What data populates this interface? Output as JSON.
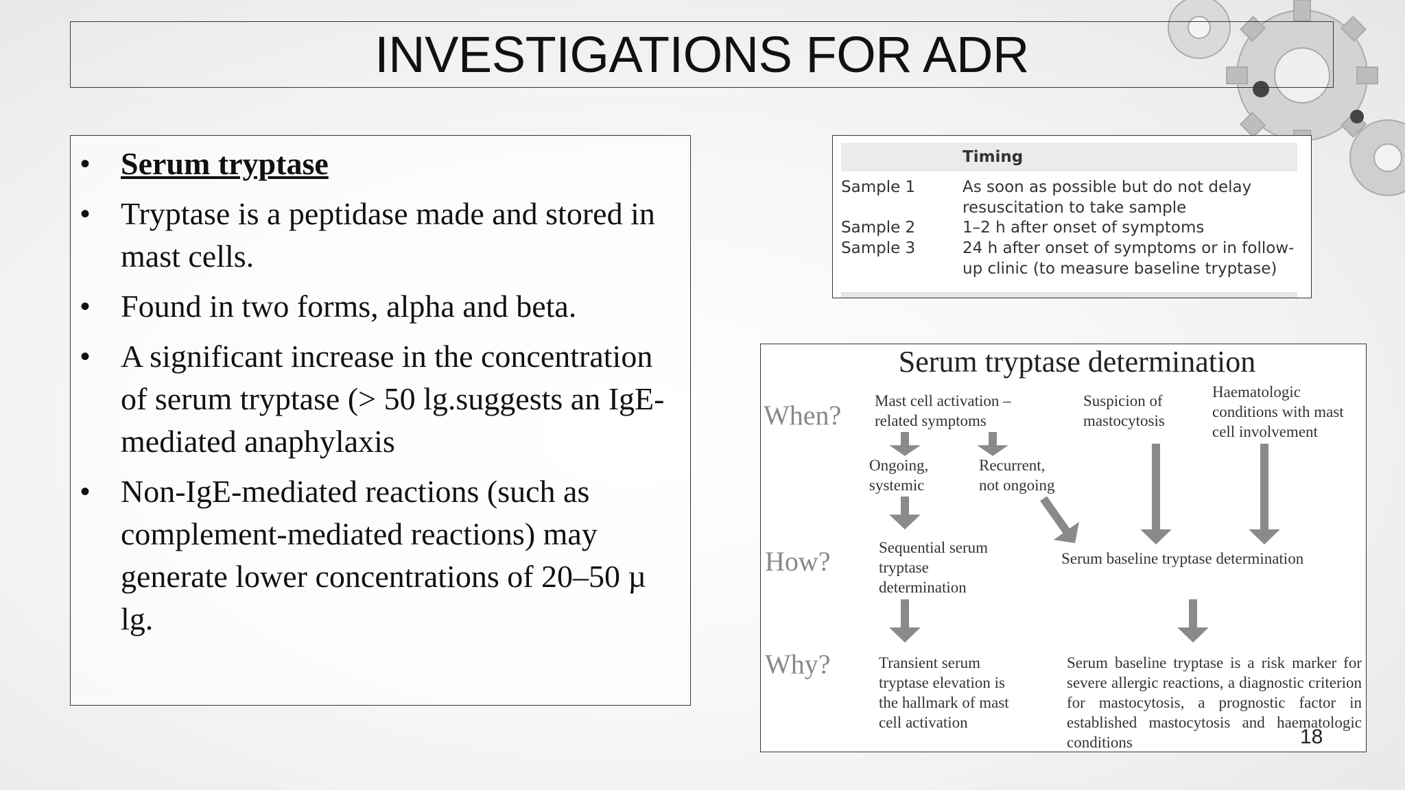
{
  "slide": {
    "title": "INVESTIGATIONS FOR ADR",
    "page_number": "18"
  },
  "bullets": [
    {
      "text": "Serum tryptase",
      "heading": true
    },
    {
      "text": "Tryptase is a peptidase made and stored in mast cells."
    },
    {
      "text": "Found in two forms, alpha and beta."
    },
    {
      "text": "A significant increase in the concentration of serum tryptase (> 50 lg.suggests an IgE-mediated anaphylaxis"
    },
    {
      "text": "Non-IgE-mediated reactions (such as complement-mediated reactions) may generate lower concentrations of 20–50 µ lg."
    }
  ],
  "bullet_symbol": "•",
  "timing_table": {
    "header": "Timing",
    "rows": [
      {
        "sample": "Sample 1",
        "timing": "As soon as possible but do not delay resuscitation to take sample"
      },
      {
        "sample": "Sample 2",
        "timing": "1–2 h after onset of symptoms"
      },
      {
        "sample": "Sample 3",
        "timing": "24 h after onset of symptoms or in follow-up clinic (to measure baseline tryptase)"
      }
    ]
  },
  "flowchart": {
    "title": "Serum tryptase determination",
    "questions": [
      "When?",
      "How?",
      "Why?"
    ],
    "when_mast": "Mast cell activation – related symptoms",
    "when_masto": "Suspicion of mastocytosis",
    "when_haem": "Haematologic conditions with mast cell involvement",
    "ongoing": "Ongoing, systemic",
    "recurrent": "Recurrent, not ongoing",
    "how_sequential": "Sequential serum tryptase determination",
    "how_baseline": "Serum baseline tryptase determination",
    "why_transient": "Transient serum tryptase elevation is the hallmark of mast cell activation",
    "why_baseline": "Serum baseline tryptase is a risk marker for severe allergic reactions, a diagnostic criterion for mastocytosis, a prognostic factor in established mastocytosis and haematologic conditions",
    "arrow_color": "#8a8a8a"
  }
}
